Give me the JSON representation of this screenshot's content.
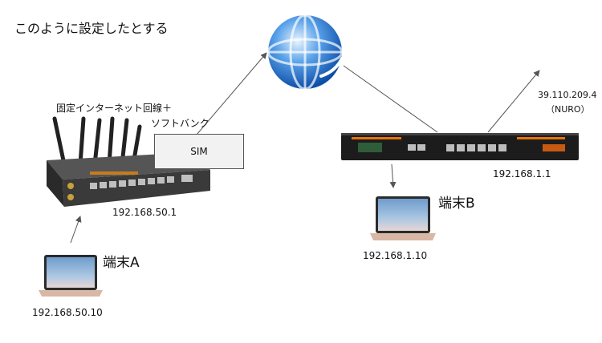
{
  "title": "このように設定したとする",
  "router_a": {
    "line_label_1": "固定インターネット回線＋",
    "line_label_2": "ソフトバンク",
    "sim_label": "SIM",
    "lan_ip": "192.168.50.1"
  },
  "terminal_a": {
    "label": "端末A",
    "ip": "192.168.50.10"
  },
  "router_b": {
    "wan_ip": "39.110.209.4",
    "isp": "（NURO）",
    "lan_ip": "192.168.1.1"
  },
  "terminal_b": {
    "label": "端末B",
    "ip": "192.168.1.10"
  },
  "colors": {
    "globe_blue": "#1f6fd1",
    "router_a_body": "#3a3a3a",
    "router_b_body": "#1c1c1c",
    "router_b_accent": "#e8730b",
    "laptop_screen": "#8fb3d6",
    "laptop_base": "#d8b8a4"
  }
}
